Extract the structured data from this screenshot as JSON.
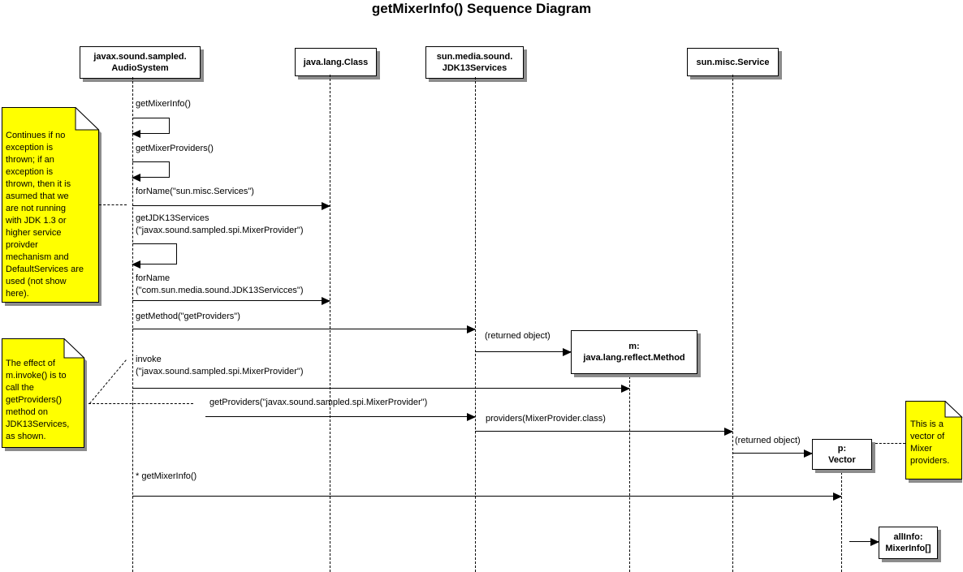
{
  "title": "getMixerInfo() Sequence Diagram",
  "participants": {
    "audio_system": "javax.sound.sampled.\nAudioSystem",
    "java_lang_class": "java.lang.Class",
    "jdk13_services": "sun.media.sound.\nJDK13Services",
    "sun_misc_service": "sun.misc.Service"
  },
  "objects": {
    "method": "m:\njava.lang.reflect.Method",
    "vector": "p:\nVector",
    "all_info": "allInfo:\nMixerInfo[]"
  },
  "messages": {
    "get_mixer_info": "getMixerInfo()",
    "get_mixer_providers": "getMixerProviders()",
    "forname_services": "forName(\"sun.misc.Services\")",
    "get_jdk13_services": "getJDK13Services\n(\"javax.sound.sampled.spi.MixerProvider\")",
    "forname_jdk13": "forName\n(\"com.sun.media.sound.JDK13Servicces\")",
    "get_method": "getMethod(\"getProviders\")",
    "returned_object_1": "(returned object)",
    "invoke": "invoke\n(\"javax.sound.sampled.spi.MixerProvider\")",
    "get_providers": "getProviders(\"javax.sound.sampled.spi.MixerProvider\")",
    "providers": "providers(MixerProvider.class)",
    "returned_object_2": "(returned object)",
    "star_get_mixer_info": "* getMixerInfo()"
  },
  "notes": {
    "exception": "Continues if no\nexception is\nthrown; if an\nexception is\nthrown, then it is\nasumed that we\nare not running\nwith JDK 1.3 or\nhigher service\nproivder\nmechanism and\nDefaultServices are\nused (not show\nhere).",
    "invoke_effect": "The effect of\nm.invoke() is to\ncall the\ngetProviders()\nmethod on\nJDK13Services,\nas shown.",
    "vector_note": "This is a\nvector of\nMixer\nproviders."
  },
  "colors": {
    "note_fill": "#ffff00",
    "shadow": "#8c8c8c",
    "line": "#000000",
    "background": "#ffffff"
  }
}
